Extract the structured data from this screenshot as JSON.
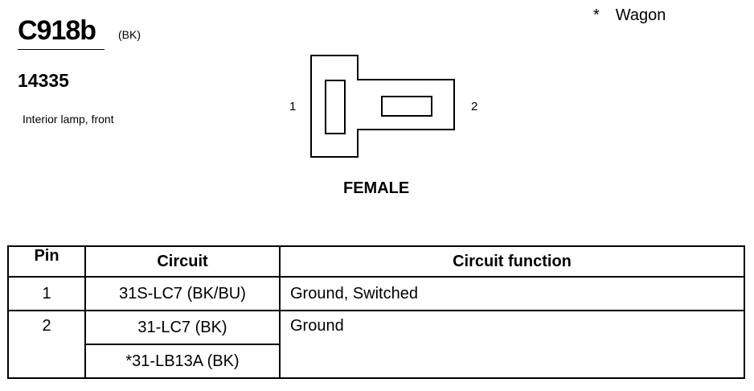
{
  "connector": {
    "id": "C918b",
    "color": "(BK)",
    "part_number": "14335",
    "description": "Interior lamp, front"
  },
  "note": {
    "symbol": "*",
    "text": "Wagon"
  },
  "diagram": {
    "pin_left": "1",
    "pin_right": "2",
    "gender": "FEMALE"
  },
  "table": {
    "headers": {
      "pin": "Pin",
      "circuit": "Circuit",
      "function": "Circuit function"
    },
    "rows": [
      {
        "pin": "1",
        "circuits": [
          "31S-LC7 (BK/BU)"
        ],
        "function": "Ground, Switched"
      },
      {
        "pin": "2",
        "circuits": [
          "31-LC7 (BK)",
          "*31-LB13A (BK)"
        ],
        "function": "Ground"
      }
    ]
  }
}
